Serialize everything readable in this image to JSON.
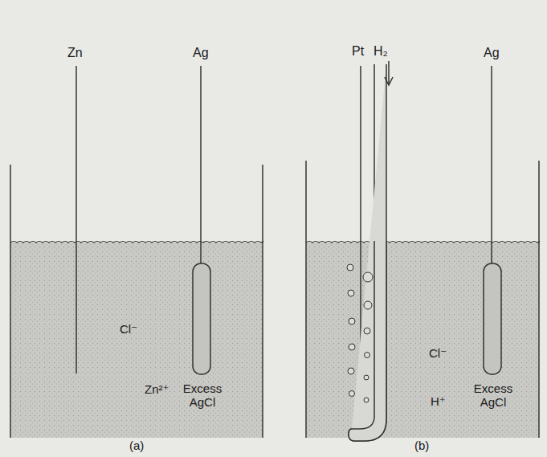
{
  "diagram": {
    "labels": [
      "Zn",
      "Ag",
      "Cl⁻",
      "Zn²⁺",
      "Excess AgCl",
      "(a)",
      "Pt",
      "H₂",
      "Ag",
      "Cl⁻",
      "H⁺",
      "Excess AgCl",
      "(b)"
    ]
  }
}
